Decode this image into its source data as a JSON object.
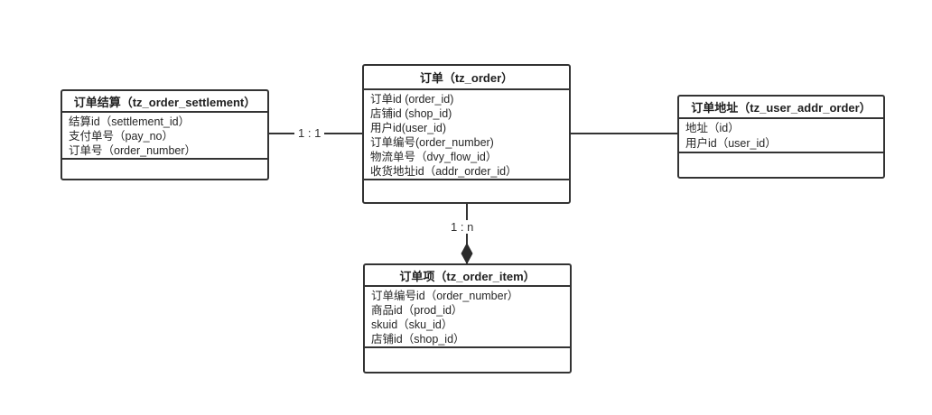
{
  "diagram": {
    "entities": [
      {
        "id": "settlement",
        "title": "订单结算（tz_order_settlement）",
        "fields": [
          "结算id（settlement_id）",
          "支付单号（pay_no）",
          "订单号（order_number）"
        ]
      },
      {
        "id": "order",
        "title": "订单（tz_order）",
        "fields": [
          "订单id (order_id)",
          "店铺id (shop_id)",
          "用户id(user_id)",
          "订单编号(order_number)",
          "物流单号（dvy_flow_id）",
          "收货地址id（addr_order_id）"
        ]
      },
      {
        "id": "addr",
        "title": "订单地址（tz_user_addr_order）",
        "fields": [
          "地址（id）",
          "用户id（user_id）"
        ]
      },
      {
        "id": "item",
        "title": "订单项（tz_order_item）",
        "fields": [
          "订单编号id（order_number）",
          "商品id（prod_id）",
          "skuid（sku_id）",
          "店铺id（shop_id）"
        ]
      }
    ],
    "relationships": [
      {
        "from": "settlement",
        "to": "order",
        "label": "1 : 1",
        "arrow": "none"
      },
      {
        "from": "order",
        "to": "addr",
        "label": "",
        "arrow": "none"
      },
      {
        "from": "order",
        "to": "item",
        "label": "1 : n",
        "arrow": "filled-diamond"
      }
    ],
    "colors": {
      "line": "#333333",
      "text": "#262626",
      "background": "#ffffff"
    }
  }
}
